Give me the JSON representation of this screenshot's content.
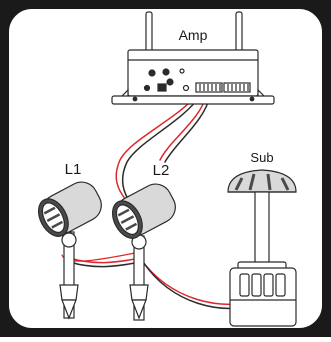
{
  "labels": {
    "amp": "Amp",
    "left_speaker": "L1",
    "right_speaker": "L2",
    "subwoofer": "Sub"
  },
  "colors": {
    "frame": "#1a1a1a",
    "background": "#ffffff",
    "outline": "#2b2b2b",
    "speaker_body": "#d9d9d9",
    "speaker_face": "#4a4a4a",
    "wire_red": "#e0262b",
    "wire_black": "#2b2b2b"
  }
}
